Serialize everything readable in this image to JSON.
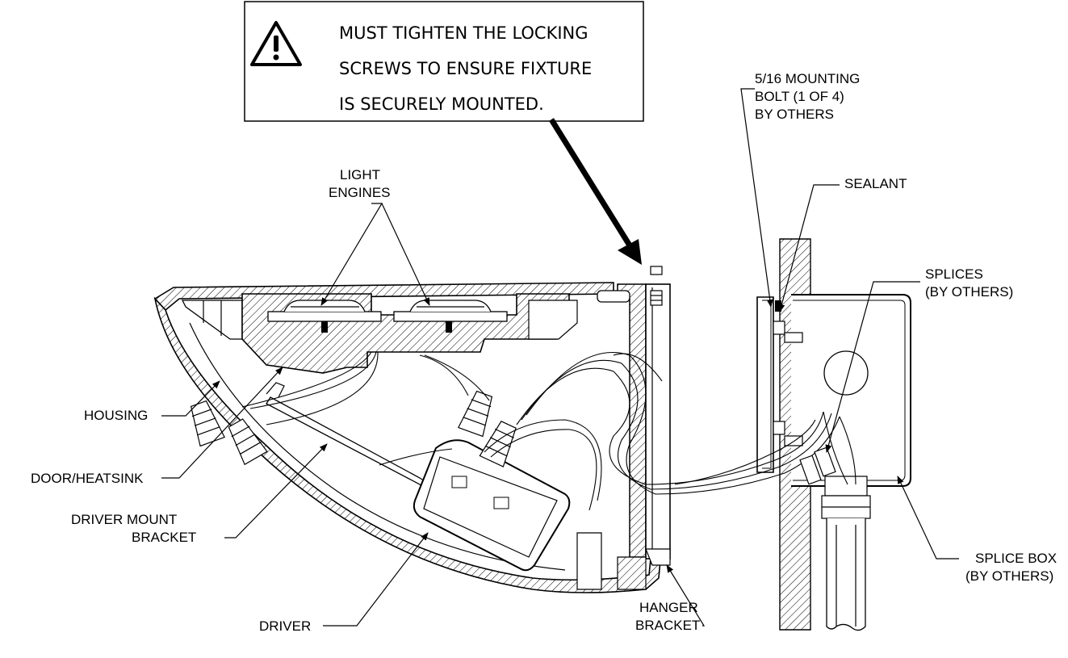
{
  "warning": {
    "lines": [
      "MUST TIGHTEN THE LOCKING",
      "SCREWS TO ENSURE FIXTURE",
      "IS SECURELY MOUNTED."
    ],
    "icon": "warning-triangle-icon"
  },
  "labels": {
    "light_engines": [
      "LIGHT",
      "ENGINES"
    ],
    "mounting_bolt": [
      "5/16 MOUNTING",
      "BOLT (1 OF 4)",
      "BY OTHERS"
    ],
    "sealant": "SEALANT",
    "splices": [
      "SPLICES",
      "(BY OTHERS)"
    ],
    "housing": "HOUSING",
    "door_heatsink": "DOOR/HEATSINK",
    "driver_mount_bracket": [
      "DRIVER MOUNT",
      "BRACKET"
    ],
    "driver": "DRIVER",
    "hanger_bracket": [
      "HANGER",
      "BRACKET"
    ],
    "splice_box": [
      "SPLICE BOX",
      "(BY OTHERS)"
    ]
  }
}
